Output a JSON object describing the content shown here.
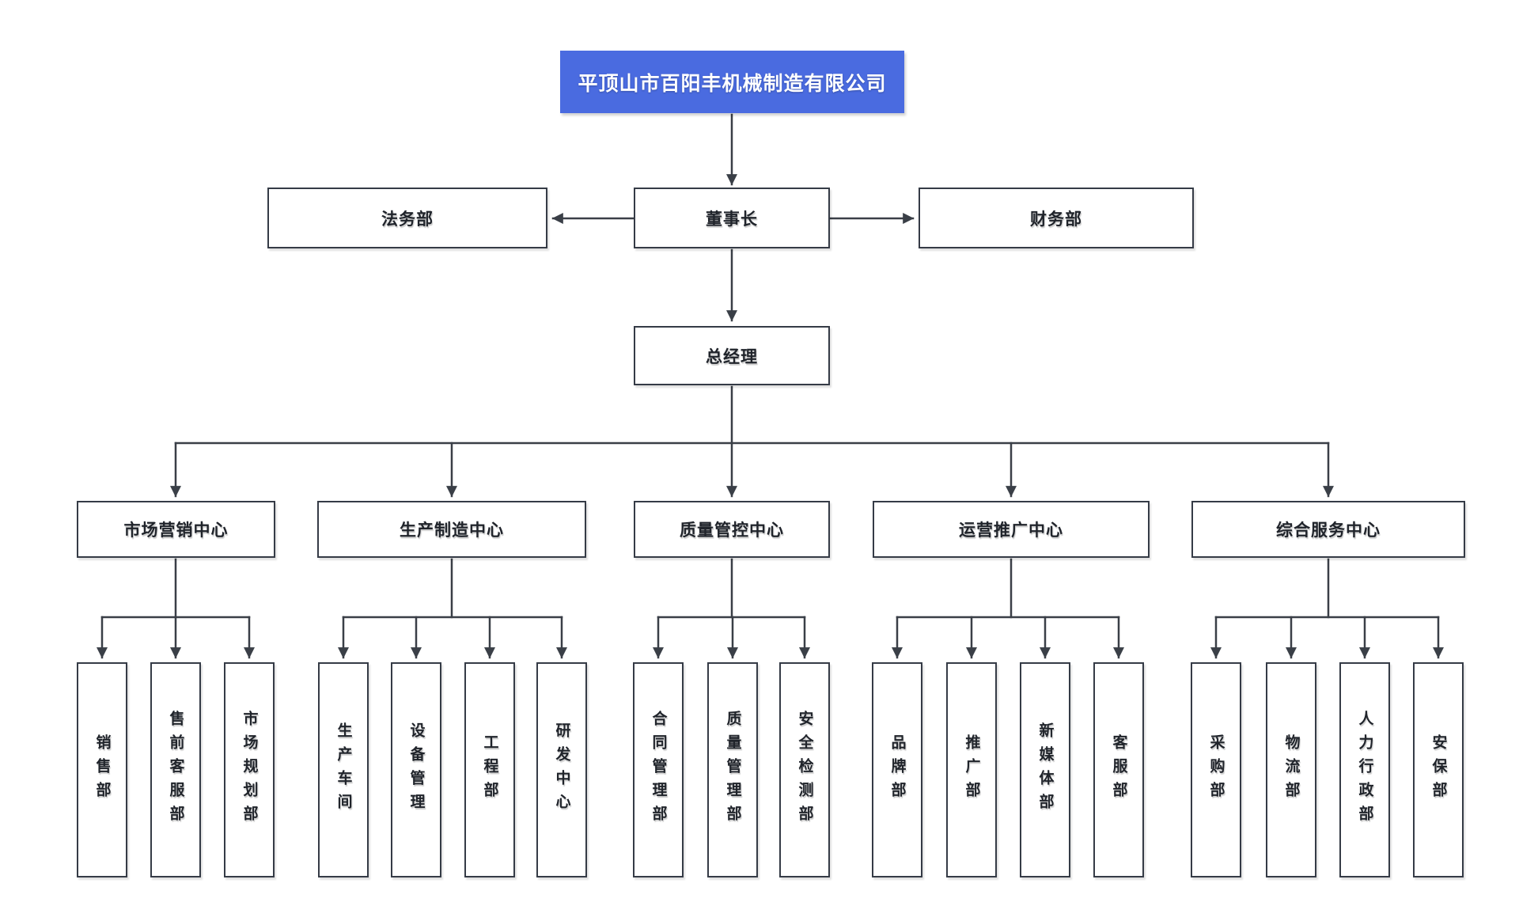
{
  "org": {
    "company": "平顶山市百阳丰机械制造有限公司",
    "board": {
      "legal": "法务部",
      "chairman": "董事长",
      "finance": "财务部"
    },
    "general_manager": "总经理",
    "centers": [
      {
        "label": "市场营销中心",
        "children": [
          "销售部",
          "售前客服部",
          "市场规划部"
        ]
      },
      {
        "label": "生产制造中心",
        "children": [
          "生产车间",
          "设备管理",
          "工程部",
          "研发中心"
        ]
      },
      {
        "label": "质量管控中心",
        "children": [
          "合同管理部",
          "质量管理部",
          "安全检测部"
        ]
      },
      {
        "label": "运营推广中心",
        "children": [
          "品牌部",
          "推广部",
          "新媒体部",
          "客服部"
        ]
      },
      {
        "label": "综合服务中心",
        "children": [
          "采购部",
          "物流部",
          "人力行政部",
          "安保部"
        ]
      }
    ],
    "colors": {
      "root_bg": "#4a6be0",
      "root_text": "#ffffff",
      "box_border": "#353b46",
      "line": "#3a3f47",
      "text": "#20242b"
    }
  }
}
